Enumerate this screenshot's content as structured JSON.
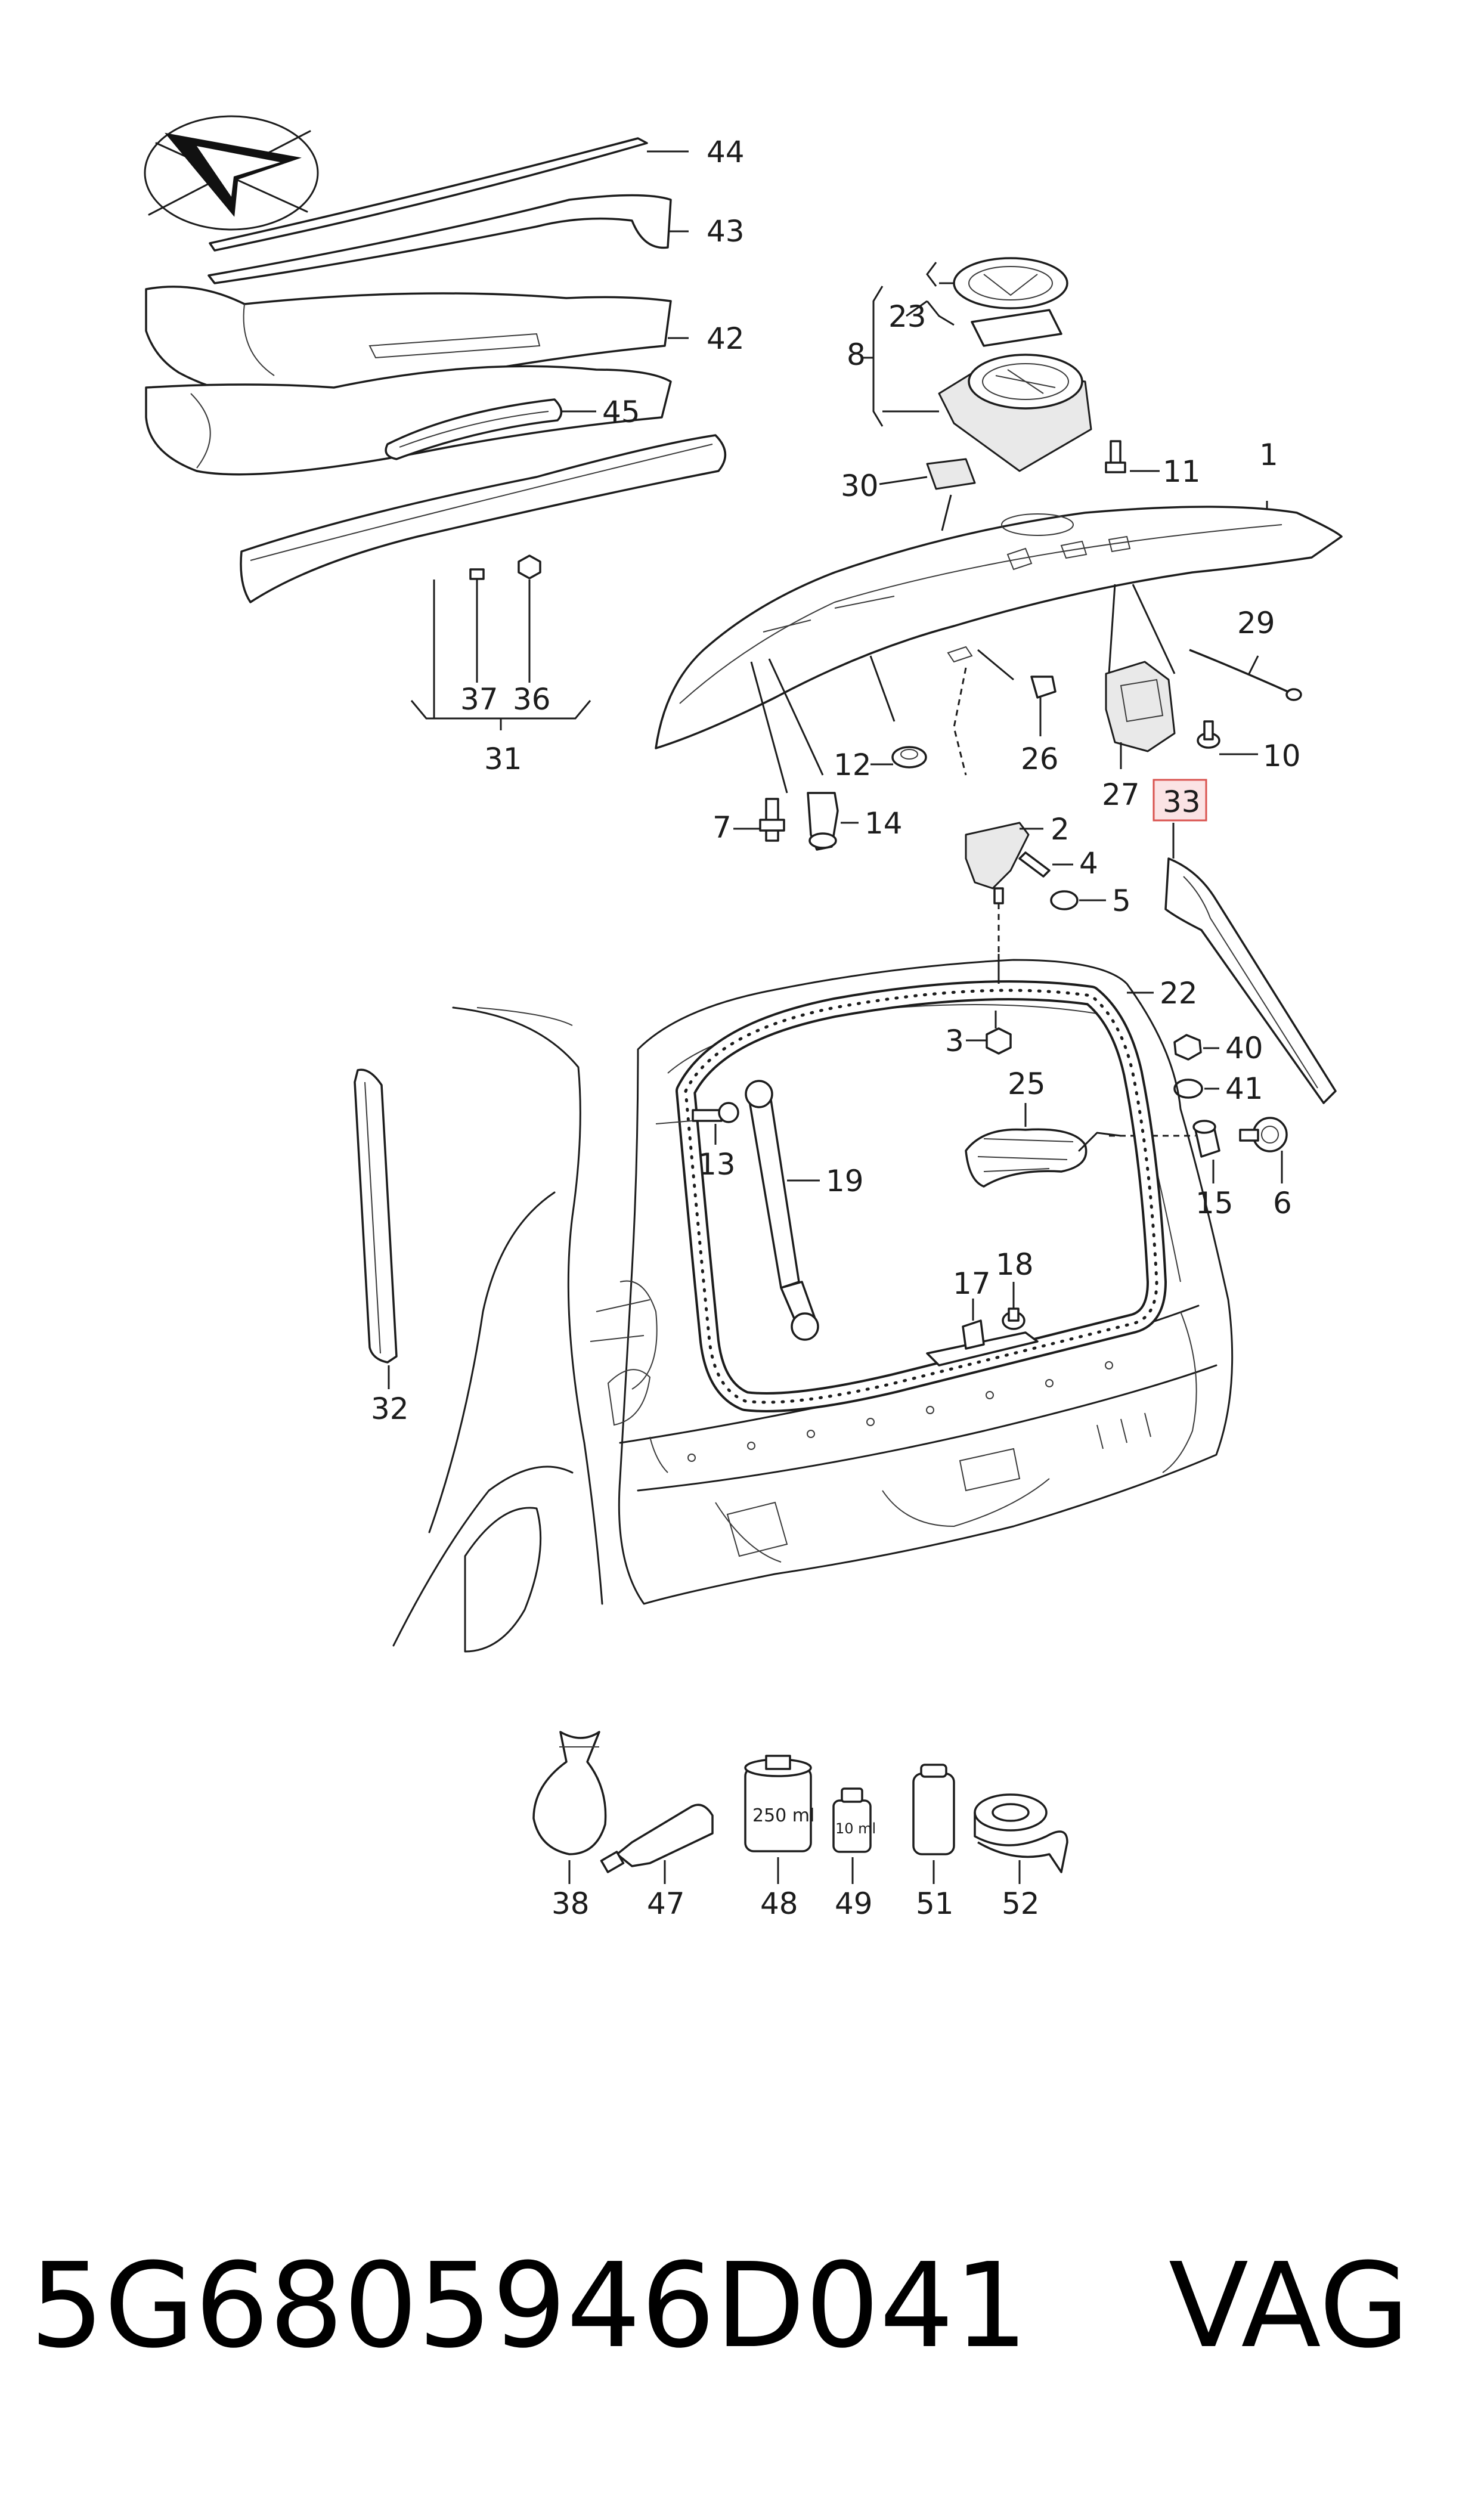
{
  "callouts": {
    "c1": "1",
    "c2": "2",
    "c3": "3",
    "c4": "4",
    "c5": "5",
    "c6": "6",
    "c7": "7",
    "c8": "8",
    "c10": "10",
    "c11": "11",
    "c12": "12",
    "c13": "13",
    "c14": "14",
    "c15": "15",
    "c17": "17",
    "c18": "18",
    "c19": "19",
    "c22": "22",
    "c23": "23",
    "c25": "25",
    "c26": "26",
    "c27": "27",
    "c29": "29",
    "c30": "30",
    "c31": "31",
    "c32": "32",
    "c33": "33",
    "c36": "36",
    "c37": "37",
    "c38": "38",
    "c40": "40",
    "c41": "41",
    "c42": "42",
    "c43": "43",
    "c44": "44",
    "c45": "45",
    "c47": "47",
    "c48": "48",
    "c49": "49",
    "c51": "51",
    "c52": "52"
  },
  "highlighted_callout": "33",
  "container_labels": {
    "bottle_250": "250 ml",
    "bottle_10": "10 ml"
  },
  "footer": {
    "part_number": "5G6805946D041",
    "brand": "VAG"
  },
  "colors": {
    "highlight_fill": "#fbe3e4",
    "highlight_border": "#d9534f",
    "line": "#1c1c1c"
  }
}
